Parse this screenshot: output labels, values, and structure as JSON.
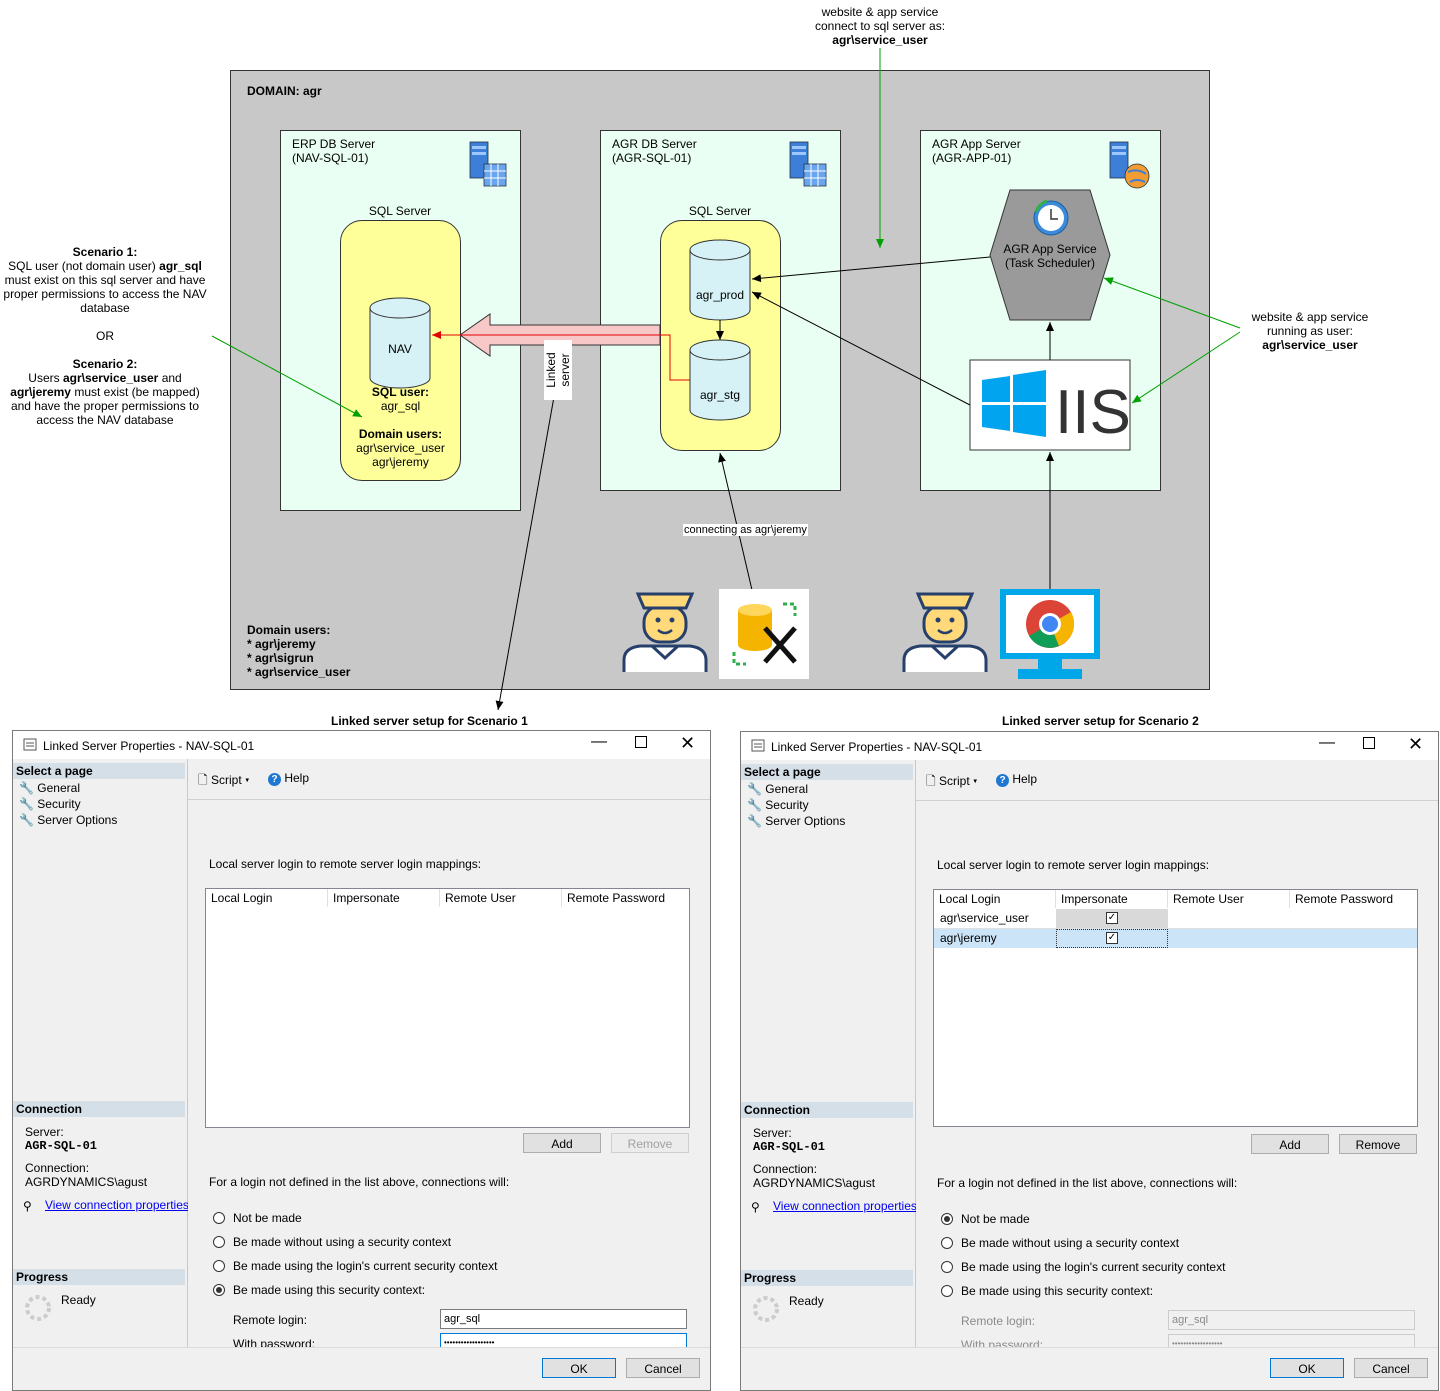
{
  "top_note": {
    "line1": "website & app service",
    "line2": "connect to sql server as:",
    "line3": "agr\\service_user"
  },
  "domain": {
    "title": "DOMAIN: agr",
    "users_title": "Domain users:",
    "users": [
      "* agr\\jeremy",
      "* agr\\sigrun",
      "* agr\\service_user"
    ]
  },
  "servers": {
    "erp": {
      "line1": "ERP DB Server",
      "line2": "(NAV-SQL-01)",
      "sql_label": "SQL Server",
      "db": "NAV",
      "sql_user_title": "SQL user:",
      "sql_user": "agr_sql",
      "domain_users_title": "Domain users:",
      "domain_users": [
        "agr\\service_user",
        "agr\\jeremy"
      ]
    },
    "agr_db": {
      "line1": "AGR DB Server",
      "line2": "(AGR-SQL-01)",
      "sql_label": "SQL Server",
      "db1": "agr_prod",
      "db2": "agr_stg"
    },
    "app": {
      "line1": "AGR App Server",
      "line2": "(AGR-APP-01)",
      "service_line1": "AGR App Service",
      "service_line2": "(Task Scheduler)",
      "iis": "IIS"
    }
  },
  "linked_server_label": {
    "line1": "Linked",
    "line2": "server"
  },
  "connecting_label": "connecting as agr\\jeremy",
  "right_note": {
    "line1": "website & app service",
    "line2": "running as user:",
    "line3": "agr\\service_user"
  },
  "left_note": {
    "s1_title": "Scenario 1:",
    "s1_l1a": "SQL user (not domain user) ",
    "s1_l1b": "agr_sql",
    "s1_l2": "must exist on this sql server and have",
    "s1_l3": "proper permissions to access the NAV",
    "s1_l4": "database",
    "or": "OR",
    "s2_title": "Scenario 2:",
    "s2_l1a": "Users ",
    "s2_l1b": "agr\\service_user",
    "s2_l1c": " and",
    "s2_l2a": "agr\\jeremy",
    "s2_l2b": " must exist (be mapped)",
    "s2_l3": "and have the proper permissions to",
    "s2_l4": "access the NAV database"
  },
  "captions": {
    "scenario1": "Linked server setup for Scenario 1",
    "scenario2": "Linked server setup for Scenario 2"
  },
  "colors": {
    "domain_bg": "#c8c8c8",
    "server_bg": "#eafff3",
    "sql_bg": "#ffff9a",
    "arrow_pink": "#f8c8c8",
    "green_arrow": "#00a000",
    "selected_row": "#cce4f7"
  },
  "dialog_common": {
    "title": "Linked Server Properties - NAV-SQL-01",
    "select_page": "Select a page",
    "pages": [
      "General",
      "Security",
      "Server Options"
    ],
    "toolbar_script": "Script",
    "toolbar_help": "Help",
    "mappings_label": "Local server login to remote server login mappings:",
    "columns": [
      "Local Login",
      "Impersonate",
      "Remote User",
      "Remote Password"
    ],
    "add": "Add",
    "remove": "Remove",
    "not_defined_label": "For a login not defined in the list above, connections will:",
    "options": [
      "Not be made",
      "Be made without using a security context",
      "Be made using the login's current security context",
      "Be made using this security context:"
    ],
    "remote_login_label": "Remote login:",
    "password_label": "With password:",
    "connection_head": "Connection",
    "server_label": "Server:",
    "server_value": "AGR-SQL-01",
    "connection_label": "Connection:",
    "connection_value": "AGRDYNAMICS\\agust",
    "view_props": "View connection properties",
    "progress_head": "Progress",
    "progress_status": "Ready",
    "ok": "OK",
    "cancel": "Cancel"
  },
  "dialog1": {
    "selected_option": 3,
    "remote_login": "agr_sql",
    "password": "••••••••••••••••••",
    "rows": []
  },
  "dialog2": {
    "selected_option": 0,
    "remote_login": "agr_sql",
    "password": "••••••••••••••••••",
    "rows": [
      {
        "local_login": "agr\\service_user",
        "impersonate": true
      },
      {
        "local_login": "agr\\jeremy",
        "impersonate": true
      }
    ]
  }
}
